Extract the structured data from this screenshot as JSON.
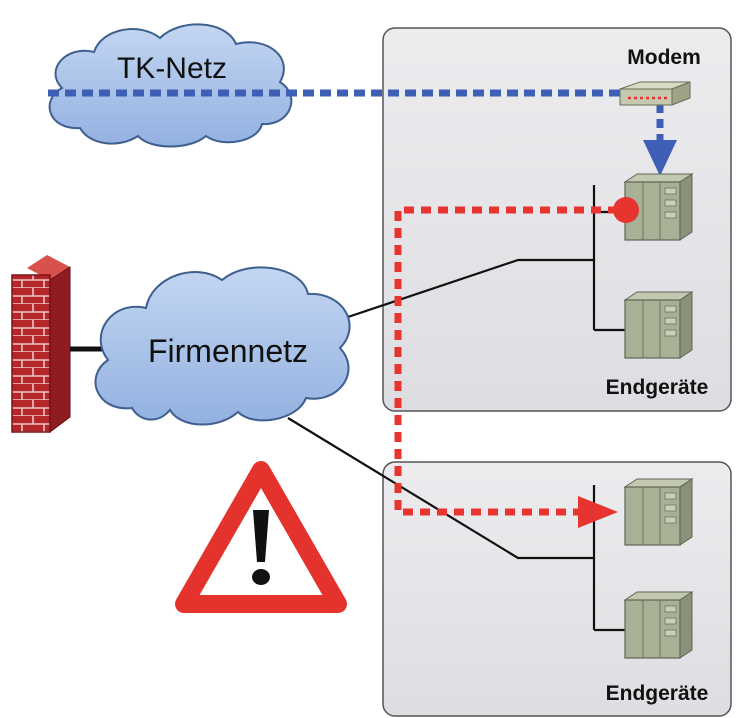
{
  "clouds": {
    "telecom_network": {
      "label": "TK-Netz"
    },
    "company_network": {
      "label": "Firmennetz"
    }
  },
  "devices": {
    "modem": {
      "label": "Modem"
    },
    "top_group": {
      "label": "Endgeräte"
    },
    "bottom_group": {
      "label": "Endgeräte"
    }
  },
  "colors": {
    "cloud_fill": "#a9c3e8",
    "cloud_stroke": "#3f5f8f",
    "panel_fill": "#e7e7ea",
    "panel_stroke": "#555555",
    "blue_path": "#3e5fb5",
    "red_path": "#e8342f",
    "warning_red": "#e3332c",
    "firewall_red": "#b3262a",
    "device_fill": "#a8b096",
    "link_black": "#111111"
  },
  "icons": {
    "firewall": "brick-wall-icon",
    "warning": "warning-triangle-icon",
    "device": "server-cabinet-icon",
    "modem": "modem-icon"
  }
}
